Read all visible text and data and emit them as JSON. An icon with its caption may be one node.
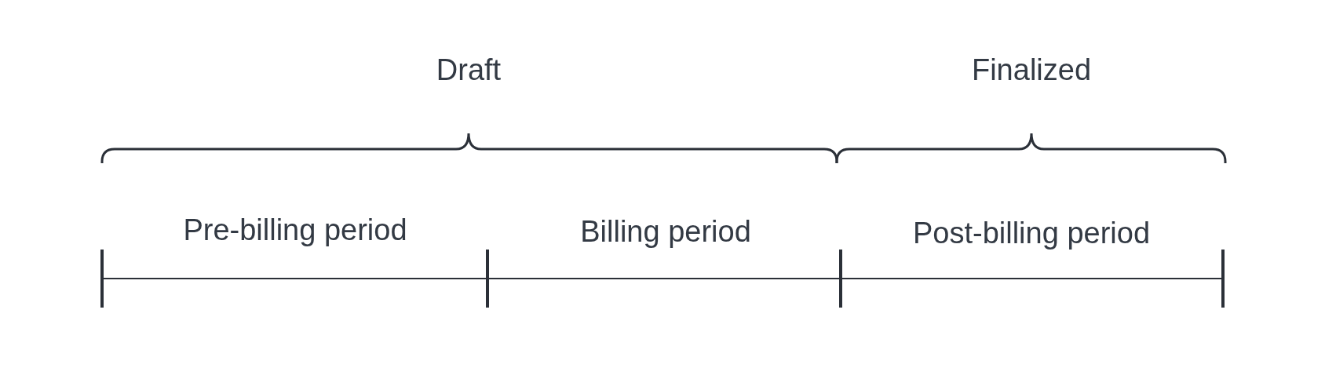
{
  "diagram": {
    "labels": [
      "Draft",
      "Finalized",
      "Pre-billing period",
      "Billing period",
      "Post-billing period"
    ]
  }
}
